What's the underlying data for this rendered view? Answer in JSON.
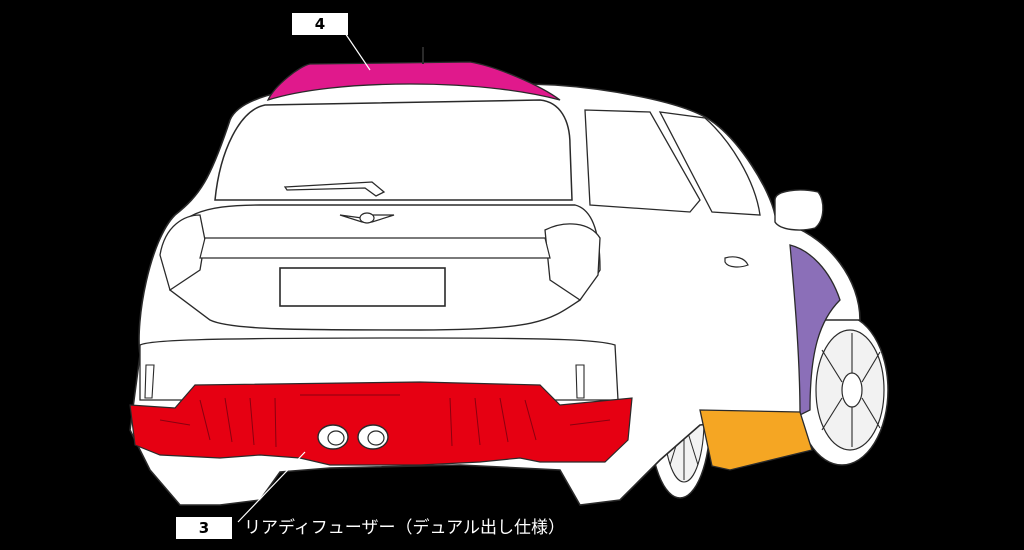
{
  "callouts": {
    "spoiler": {
      "number": "4"
    },
    "diffuser": {
      "number": "3",
      "label": "リアディフューザー（デュアル出し仕様）"
    }
  },
  "colors": {
    "background": "#000000",
    "body": "#ffffff",
    "outline": "#2a2a2a",
    "spoiler": "#e0198c",
    "diffuser": "#e60012",
    "fender_flare": "#8b6fb8",
    "side_skirt": "#f5a623"
  }
}
